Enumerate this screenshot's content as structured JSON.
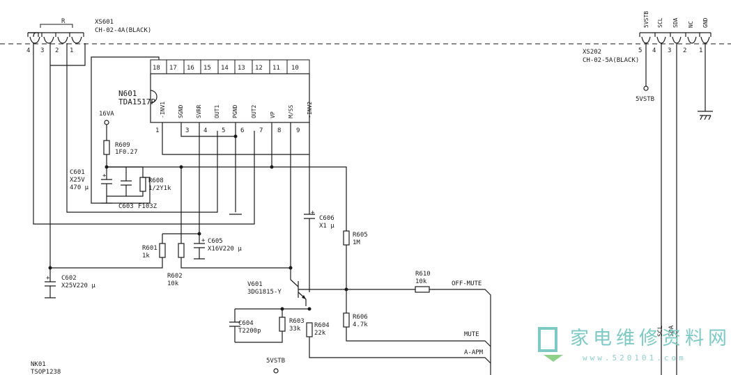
{
  "connector_left": {
    "ref": "XS601",
    "part": "CH-02-4A(BLACK)",
    "group_label": "R",
    "pins": [
      "4",
      "3",
      "2",
      "1"
    ]
  },
  "connector_right": {
    "ref": "XS202",
    "part": "CH-02-5A(BLACK)",
    "signals": [
      "5VSTB",
      "SCL",
      "SDA",
      "NC",
      "GND"
    ],
    "pins": [
      "5",
      "4",
      "3",
      "2",
      "1"
    ],
    "supply_label": "5VSTB"
  },
  "ic": {
    "ref": "N601",
    "part": "TDA1517P",
    "top_pins": [
      "18",
      "17",
      "16",
      "15",
      "14",
      "13",
      "12",
      "11",
      "10"
    ],
    "bottom_pins": [
      "1",
      "3",
      "4",
      "5",
      "6",
      "7",
      "8",
      "9"
    ],
    "pin_names": [
      "-INV1",
      "SGND",
      "SVRR",
      "OUT1",
      "PGND",
      "OUT2",
      "VP",
      "M/SS",
      "-INV2"
    ]
  },
  "supply_16va": "16VA",
  "components": {
    "r609": {
      "ref": "R609",
      "value": "1F0.27"
    },
    "r608": {
      "ref": "R608",
      "value": "1/2Y1k"
    },
    "c601": {
      "ref": "C601",
      "value_a": "X25V",
      "value_b": "470 μ"
    },
    "c603": {
      "ref": "C603",
      "value": "F103Z"
    },
    "c605": {
      "ref": "C605",
      "value": "X16V220 μ"
    },
    "c606": {
      "ref": "C606",
      "value": "X1 μ"
    },
    "r605": {
      "ref": "R605",
      "value": "1M"
    },
    "r601": {
      "ref": "R601",
      "value": "1k"
    },
    "r602": {
      "ref": "R602",
      "value": "10k"
    },
    "c602": {
      "ref": "C602",
      "value": "X25V220 μ"
    },
    "v601": {
      "ref": "V601",
      "value": "3DG1815-Y"
    },
    "r610": {
      "ref": "R610",
      "value": "10k"
    },
    "r606": {
      "ref": "R606",
      "value": "4.7k"
    },
    "c604": {
      "ref": "C604",
      "value": "T2200p"
    },
    "r603": {
      "ref": "R603",
      "value": "33k"
    },
    "r604": {
      "ref": "R604",
      "value": "22k"
    }
  },
  "nets": {
    "off_mute": "OFF-MUTE",
    "mute": "MUTE",
    "a_apm": "A-APM",
    "supply_bottom": "5VSTB"
  },
  "nk01": {
    "ref": "NK01",
    "part": "TSOP1238"
  },
  "watermark": {
    "text": "家电维修资料网",
    "url": "www.520101.com"
  },
  "colors": {
    "ink": "#1a1a1a",
    "watermark": "#7fc9c4"
  }
}
